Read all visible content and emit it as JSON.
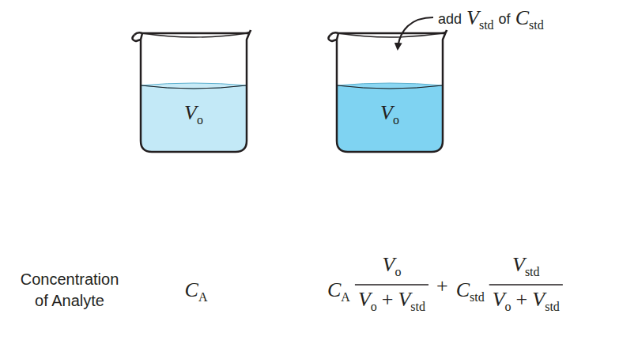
{
  "diagram": {
    "nodes": [
      {
        "text": [
          "V",
          "o"
        ]
      },
      {
        "text": [
          "V",
          "o"
        ]
      }
    ],
    "labels": [
      "add",
      "V",
      "std",
      "of",
      "C",
      "std",
      "Concentration",
      "of Analyte",
      "C",
      "A",
      "C",
      "A",
      "V",
      "o",
      "V",
      "o",
      "+",
      "V",
      "std",
      "+",
      "C",
      "std",
      "V",
      "std",
      "V",
      "o",
      "+",
      "V",
      "std"
    ]
  }
}
